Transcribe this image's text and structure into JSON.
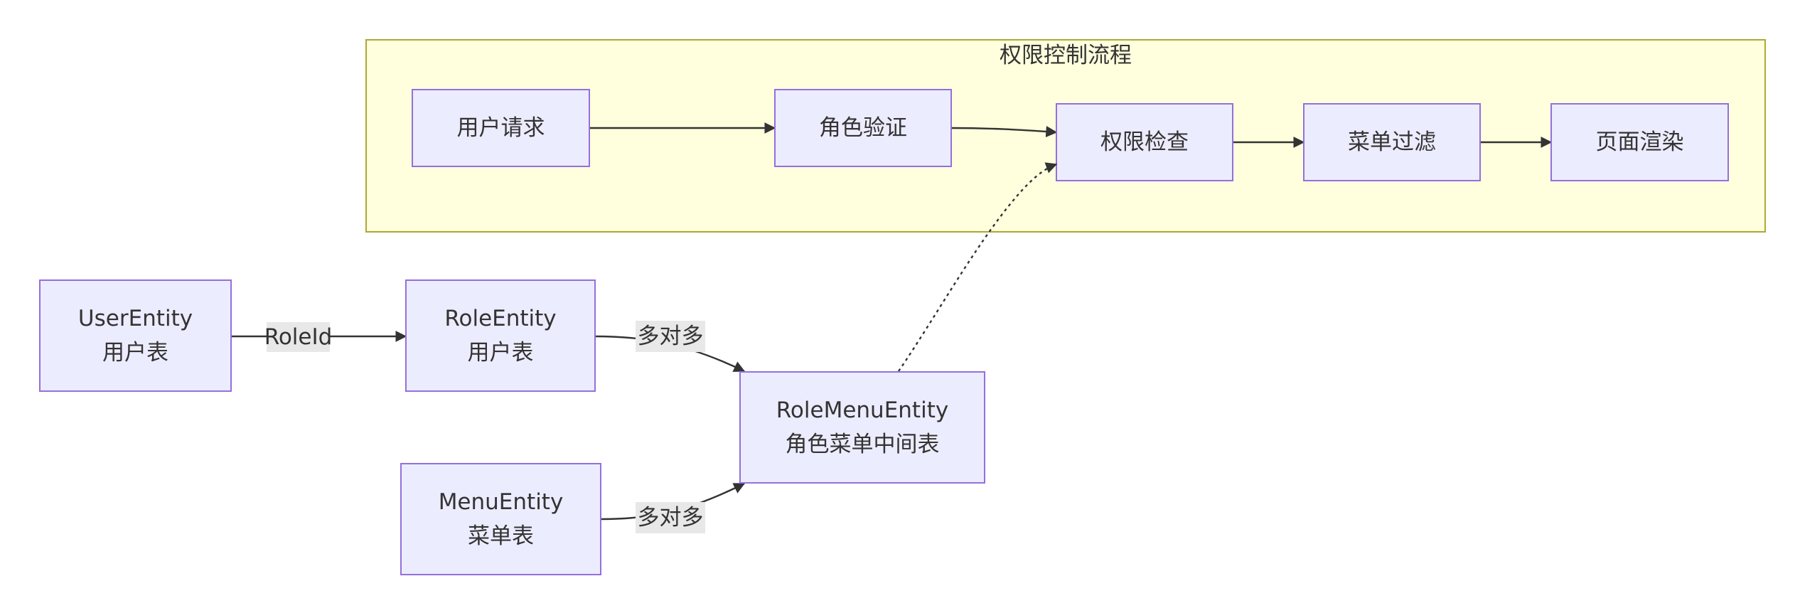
{
  "cluster": {
    "title": "权限控制流程"
  },
  "nodes": {
    "user_request": {
      "line1": "用户请求"
    },
    "role_verify": {
      "line1": "角色验证"
    },
    "permission_check": {
      "line1": "权限检查"
    },
    "menu_filter": {
      "line1": "菜单过滤"
    },
    "page_render": {
      "line1": "页面渲染"
    },
    "user_entity": {
      "line1": "UserEntity",
      "line2": "用户表"
    },
    "role_entity": {
      "line1": "RoleEntity",
      "line2": "用户表"
    },
    "menu_entity": {
      "line1": "MenuEntity",
      "line2": "菜单表"
    },
    "role_menu_entity": {
      "line1": "RoleMenuEntity",
      "line2": "角色菜单中间表"
    }
  },
  "edge_labels": {
    "user_to_role": "RoleId",
    "role_to_rolemenu": "多对多",
    "menu_to_rolemenu": "多对多"
  },
  "colors": {
    "node_fill": "#ECECFF",
    "node_stroke": "#9370DB",
    "cluster_fill": "#FFFFDE",
    "cluster_stroke": "#AAAA33",
    "edge": "#333333",
    "edge_label_bg": "#E8E8E8"
  }
}
